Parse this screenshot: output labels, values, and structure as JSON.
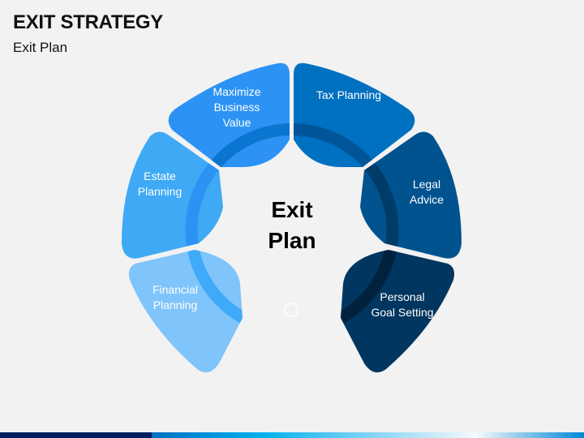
{
  "header": {
    "title": "EXIT STRATEGY",
    "subtitle": "Exit Plan"
  },
  "center_label": {
    "line1": "Exit",
    "line2": "Plan"
  },
  "segments": [
    {
      "label_lines": [
        "Maximize",
        "Business",
        "Value"
      ],
      "color": "#2C93F5",
      "ring": "#0B76D0"
    },
    {
      "label_lines": [
        "Tax Planning"
      ],
      "color": "#0070C0",
      "ring": "#005598"
    },
    {
      "label_lines": [
        "Estate",
        "Planning"
      ],
      "color": "#3FA9F5",
      "ring": "#2C93F5"
    },
    {
      "label_lines": [
        "Legal",
        "Advice"
      ],
      "color": "#00538F",
      "ring": "#003C68"
    },
    {
      "label_lines": [
        "Financial",
        "Planning"
      ],
      "color": "#7FC4FA",
      "ring": "#3FAAFA"
    },
    {
      "label_lines": [
        "Personal",
        "Goal Setting"
      ],
      "color": "#00365F",
      "ring": "#00223E"
    }
  ],
  "colors": {
    "background": "#F2F2F2",
    "bar_dark": "#002060"
  }
}
